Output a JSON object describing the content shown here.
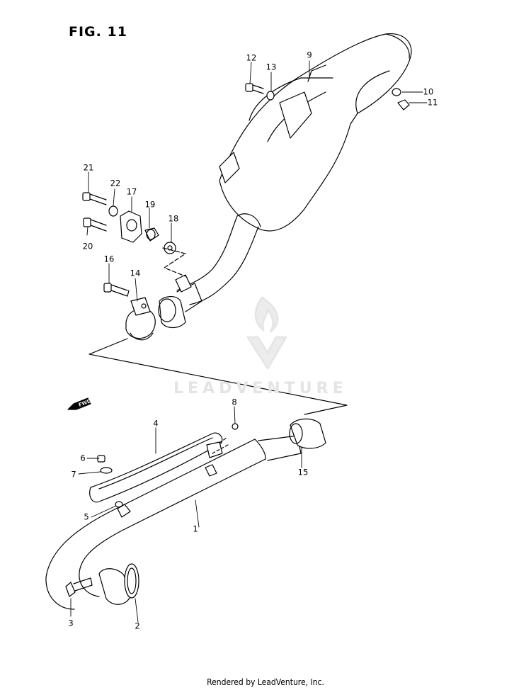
{
  "figure": {
    "title": "FIG. 11"
  },
  "watermark": {
    "text": "LEADVENTURE"
  },
  "direction_tag": {
    "text": "FWD"
  },
  "footer": {
    "text": "Rendered by LeadVenture, Inc."
  },
  "callouts": [
    "1",
    "2",
    "3",
    "4",
    "5",
    "6",
    "7",
    "8",
    "9",
    "10",
    "11",
    "12",
    "13",
    "14",
    "15",
    "16",
    "17",
    "18",
    "19",
    "20",
    "21",
    "22"
  ],
  "colors": {
    "line": "#000000",
    "watermark": "#e4e4e4",
    "background": "#ffffff"
  }
}
